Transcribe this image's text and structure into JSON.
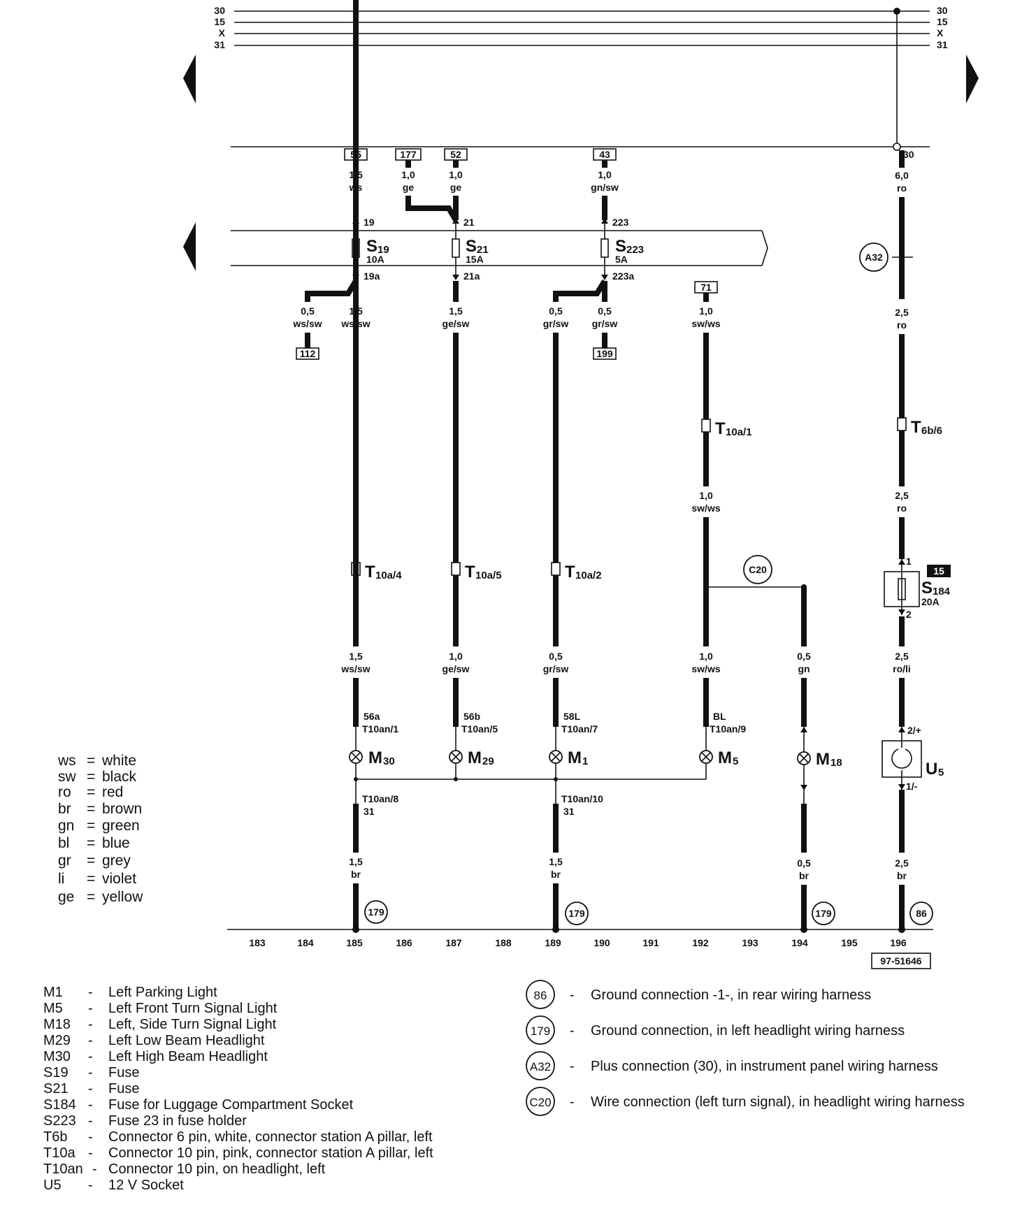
{
  "bus_lines": [
    "30",
    "15",
    "X",
    "31"
  ],
  "diagram_id": "97-51646",
  "bottom_numbers": [
    "183",
    "184",
    "185",
    "186",
    "187",
    "188",
    "189",
    "190",
    "191",
    "192",
    "193",
    "194",
    "195",
    "196"
  ],
  "wire_refs": {
    "r55": "55",
    "r177": "177",
    "r52": "52",
    "r43": "43",
    "r71": "71",
    "r112": "112",
    "r199": "199",
    "r15": "15"
  },
  "bus30_label": "30",
  "wires": {
    "w185_top": {
      "size": "1,5",
      "color": "ws"
    },
    "w177": {
      "size": "1,0",
      "color": "ge"
    },
    "w187_top": {
      "size": "1,0",
      "color": "ge"
    },
    "w189_top": {
      "size": "1,0",
      "color": "gn/sw"
    },
    "w196_top": {
      "size": "6,0",
      "color": "ro"
    },
    "w112": {
      "size": "0,5",
      "color": "ws/sw"
    },
    "w185_mid": {
      "size": "1,5",
      "color": "ws/sw"
    },
    "w187_mid": {
      "size": "1,5",
      "color": "ge/sw"
    },
    "w189_mid": {
      "size": "0,5",
      "color": "gr/sw"
    },
    "w199": {
      "size": "0,5",
      "color": "gr/sw"
    },
    "w192_top": {
      "size": "1,0",
      "color": "sw/ws"
    },
    "w196_mid": {
      "size": "2,5",
      "color": "ro"
    },
    "w192_mid": {
      "size": "1,0",
      "color": "sw/ws"
    },
    "w196_mid2": {
      "size": "2,5",
      "color": "ro"
    },
    "w185_low": {
      "size": "1,5",
      "color": "ws/sw"
    },
    "w187_low": {
      "size": "1,0",
      "color": "ge/sw"
    },
    "w189_low": {
      "size": "0,5",
      "color": "gr/sw"
    },
    "w192_low": {
      "size": "1,0",
      "color": "sw/ws"
    },
    "w194_low": {
      "size": "0,5",
      "color": "gn"
    },
    "w196_low": {
      "size": "2,5",
      "color": "ro/li"
    },
    "w185_gnd": {
      "size": "1,5",
      "color": "br"
    },
    "w189_gnd": {
      "size": "1,5",
      "color": "br"
    },
    "w194_gnd": {
      "size": "0,5",
      "color": "br"
    },
    "w196_gnd": {
      "size": "2,5",
      "color": "br"
    }
  },
  "pins": {
    "p19": "19",
    "p21": "21",
    "p223": "223",
    "p19a": "19a",
    "p21a": "21a",
    "p223a": "223a",
    "p56a": "56a",
    "p56b": "56b",
    "p58L": "58L",
    "pBL": "BL",
    "pT1": "T10an/1",
    "pT5": "T10an/5",
    "pT7": "T10an/7",
    "pT9": "T10an/9",
    "pT8": "T10an/8",
    "pT10": "T10an/10",
    "p31a": "31",
    "p31b": "31",
    "pS184_1": "1",
    "pS184_2": "2",
    "pU5_p": "2/+",
    "pU5_m": "1/-"
  },
  "fuses": {
    "S19": {
      "letter": "S",
      "sub": "19",
      "rating": "10A"
    },
    "S21": {
      "letter": "S",
      "sub": "21",
      "rating": "15A"
    },
    "S223": {
      "letter": "S",
      "sub": "223",
      "rating": "5A"
    },
    "S184": {
      "letter": "S",
      "sub": "184",
      "rating": "20A"
    }
  },
  "connectors": {
    "T10a4": {
      "letter": "T",
      "sub": "10a/4"
    },
    "T10a5": {
      "letter": "T",
      "sub": "10a/5"
    },
    "T10a2": {
      "letter": "T",
      "sub": "10a/2"
    },
    "T10a1": {
      "letter": "T",
      "sub": "10a/1"
    },
    "T6b6": {
      "letter": "T",
      "sub": "6b/6"
    }
  },
  "components": {
    "M30": {
      "letter": "M",
      "sub": "30"
    },
    "M29": {
      "letter": "M",
      "sub": "29"
    },
    "M1": {
      "letter": "M",
      "sub": "1"
    },
    "M5": {
      "letter": "M",
      "sub": "5"
    },
    "M18": {
      "letter": "M",
      "sub": "18"
    },
    "U5": {
      "letter": "U",
      "sub": "5"
    }
  },
  "grounds": {
    "g179a": "179",
    "g179b": "179",
    "g179c": "179",
    "g86": "86"
  },
  "circle_refs": {
    "A32": "A32",
    "C20": "C20"
  },
  "color_legend": [
    {
      "code": "ws",
      "eq": "=",
      "name": "white"
    },
    {
      "code": "sw",
      "eq": "=",
      "name": "black"
    },
    {
      "code": "ro",
      "eq": "=",
      "name": "red"
    },
    {
      "code": "br",
      "eq": "=",
      "name": "brown"
    },
    {
      "code": "gn",
      "eq": "=",
      "name": "green"
    },
    {
      "code": "bl",
      "eq": "=",
      "name": "blue"
    },
    {
      "code": "gr",
      "eq": "=",
      "name": "grey"
    },
    {
      "code": "li",
      "eq": "=",
      "name": "violet"
    },
    {
      "code": "ge",
      "eq": "=",
      "name": "yellow"
    }
  ],
  "component_key": [
    {
      "code": "M1",
      "desc": "Left Parking Light"
    },
    {
      "code": "M5",
      "desc": "Left Front Turn Signal Light"
    },
    {
      "code": "M18",
      "desc": "Left, Side Turn Signal Light"
    },
    {
      "code": "M29",
      "desc": "Left Low Beam Headlight"
    },
    {
      "code": "M30",
      "desc": "Left High Beam Headlight"
    },
    {
      "code": "S19",
      "desc": "Fuse"
    },
    {
      "code": "S21",
      "desc": "Fuse"
    },
    {
      "code": "S184",
      "desc": "Fuse for Luggage Compartment Socket"
    },
    {
      "code": "S223",
      "desc": "Fuse 23 in fuse holder"
    },
    {
      "code": "T6b",
      "desc": "Connector 6 pin, white, connector station A pillar, left"
    },
    {
      "code": "T10a",
      "desc": "Connector 10 pin, pink, connector station A pillar, left"
    },
    {
      "code": "T10an",
      "desc": "Connector 10 pin, on headlight, left"
    },
    {
      "code": "U5",
      "desc": "12 V Socket"
    }
  ],
  "connection_key": [
    {
      "ref": "86",
      "desc": "Ground connection -1-, in rear wiring harness"
    },
    {
      "ref": "179",
      "desc": "Ground connection, in left headlight wiring harness"
    },
    {
      "ref": "A32",
      "desc": "Plus connection (30), in instrument panel wiring harness"
    },
    {
      "ref": "C20",
      "desc": "Wire connection (left turn signal), in headlight wiring harness"
    }
  ]
}
